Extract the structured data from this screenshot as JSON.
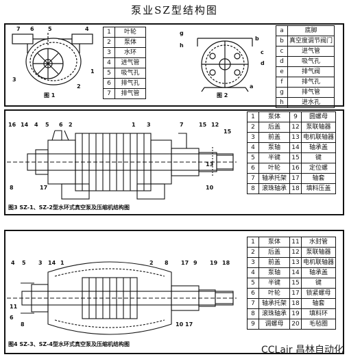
{
  "title": "泵业SZ型结构图",
  "fig1": {
    "caption": "图 1",
    "parts": [
      {
        "n": "1",
        "name": "叶轮"
      },
      {
        "n": "2",
        "name": "泵体"
      },
      {
        "n": "3",
        "name": "水环"
      },
      {
        "n": "4",
        "name": "进气管"
      },
      {
        "n": "5",
        "name": "吸气孔"
      },
      {
        "n": "6",
        "name": "排气孔"
      },
      {
        "n": "7",
        "name": "排气管"
      }
    ]
  },
  "fig2": {
    "caption": "图 2",
    "parts": [
      {
        "n": "a",
        "name": "底脚"
      },
      {
        "n": "b",
        "name": "真空度调节阀门"
      },
      {
        "n": "c",
        "name": "进气管"
      },
      {
        "n": "d",
        "name": "吸气孔"
      },
      {
        "n": "e",
        "name": "排气阀"
      },
      {
        "n": "f",
        "name": "排气孔"
      },
      {
        "n": "g",
        "name": "排气管"
      },
      {
        "n": "h",
        "name": "进水孔"
      }
    ]
  },
  "fig3": {
    "caption": "图3  SZ-1、SZ-2型水环式真空泵及压缩机结构图",
    "callouts": [
      "16",
      "14",
      "4",
      "5",
      "6",
      "2",
      "1",
      "3",
      "7",
      "15",
      "12",
      "15",
      "8",
      "17",
      "10",
      "13"
    ],
    "parts": [
      {
        "n": "1",
        "name": "泵体",
        "n2": "9",
        "name2": "圆螺母"
      },
      {
        "n": "2",
        "name": "后盖",
        "n2": "12",
        "name2": "泵联轴器"
      },
      {
        "n": "3",
        "name": "前盖",
        "n2": "13",
        "name2": "电机联轴器"
      },
      {
        "n": "4",
        "name": "泵轴",
        "n2": "14",
        "name2": "轴承盖"
      },
      {
        "n": "5",
        "name": "半键",
        "n2": "15",
        "name2": "键"
      },
      {
        "n": "6",
        "name": "叶轮",
        "n2": "16",
        "name2": "定位螺"
      },
      {
        "n": "7",
        "name": "轴承托架",
        "n2": "17",
        "name2": "轴套"
      },
      {
        "n": "8",
        "name": "滚珠轴承",
        "n2": "18",
        "name2": "填料压盖"
      }
    ]
  },
  "fig4": {
    "caption": "图4  SZ-3、SZ-4型水环式真空泵及压缩机结构图",
    "callouts": [
      "4",
      "5",
      "3",
      "14",
      "1",
      "2",
      "8",
      "17",
      "9",
      "19",
      "18",
      "11",
      "6",
      "8",
      "10",
      "17"
    ],
    "parts": [
      {
        "n": "1",
        "name": "泵体",
        "n2": "11",
        "name2": "水封管"
      },
      {
        "n": "2",
        "name": "后盖",
        "n2": "12",
        "name2": "泵联轴器"
      },
      {
        "n": "3",
        "name": "前盖",
        "n2": "13",
        "name2": "电机联轴器"
      },
      {
        "n": "4",
        "name": "泵轴",
        "n2": "14",
        "name2": "轴承盖"
      },
      {
        "n": "5",
        "name": "半键",
        "n2": "15",
        "name2": "键"
      },
      {
        "n": "6",
        "name": "叶轮",
        "n2": "17",
        "name2": "锁紧螺母"
      },
      {
        "n": "7",
        "name": "轴承托架",
        "n2": "18",
        "name2": "轴套"
      },
      {
        "n": "8",
        "name": "滚珠轴承",
        "n2": "19",
        "name2": "填料环"
      },
      {
        "n": "9",
        "name": "调螺母",
        "n2": "20",
        "name2": "毛毡圈"
      }
    ]
  },
  "watermark": "CCLair 昌林自动化"
}
